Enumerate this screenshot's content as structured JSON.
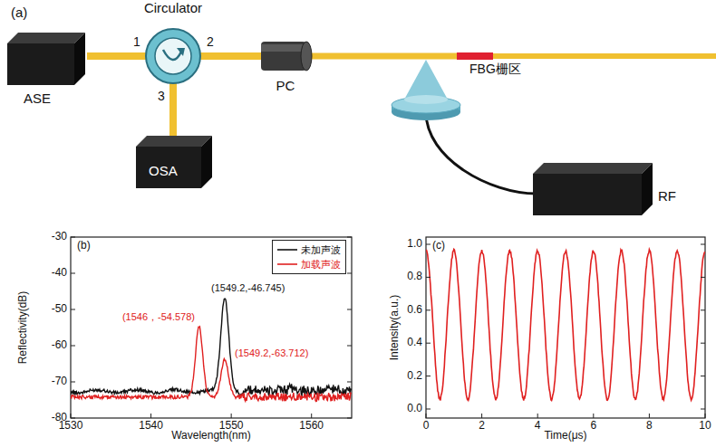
{
  "diagram": {
    "nodes": [
      {
        "text": [
          "ASE"
        ]
      },
      {
        "text": [
          "Circulator"
        ]
      },
      {
        "text": [
          "OSA"
        ]
      },
      {
        "text": [
          "PC"
        ]
      },
      {
        "text": [
          "FBG栅区"
        ]
      },
      {
        "text": [
          "RF"
        ]
      }
    ],
    "edges": [
      {
        "from": 0,
        "to": 1,
        "arrow": "none"
      },
      {
        "from": 1,
        "to": 3,
        "arrow": "none"
      },
      {
        "from": 1,
        "to": 2,
        "arrow": "none"
      },
      {
        "from": 3,
        "to": 4,
        "arrow": "none"
      }
    ],
    "labels": [
      "(a)",
      "1",
      "2",
      "3",
      "(b)",
      "Reflectivity(dB)",
      "Wavelength(nm)",
      "-30",
      "-40",
      "-50",
      "-60",
      "-70",
      "-80",
      "1530",
      "1540",
      "1550",
      "1560",
      "(1549.2,-46.745)",
      "(1546，-54.578)",
      "(1549.2,-63.712)",
      "(c)",
      "Intensity(a.u.)",
      "Time(μs)",
      "0.0",
      "0.2",
      "0.4",
      "0.6",
      "0.8",
      "1.0",
      "0",
      "2",
      "4",
      "6",
      "8",
      "10"
    ],
    "legend": [
      {
        "text": "未加声波"
      },
      {
        "text": "加载声波"
      }
    ]
  }
}
